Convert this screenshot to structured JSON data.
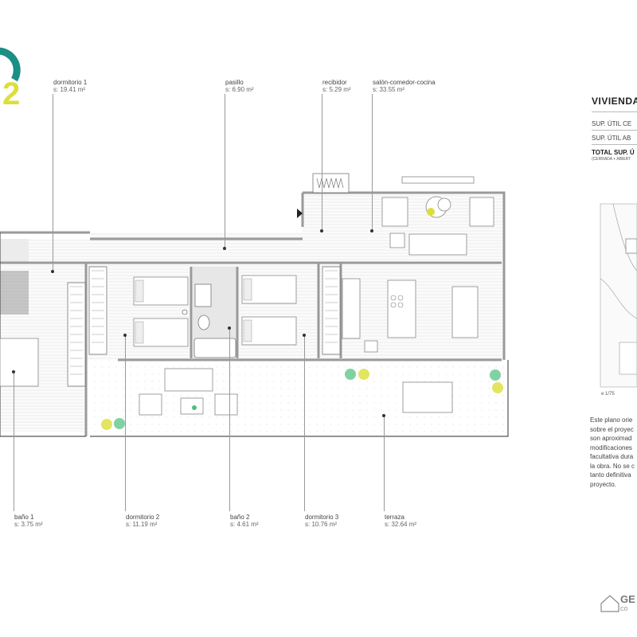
{
  "unit_number": "2",
  "rooms": {
    "dormitorio1": {
      "name": "dormitorio 1",
      "area": "s: 19.41 m²"
    },
    "pasillo": {
      "name": "pasillo",
      "area": "s: 6.90 m²"
    },
    "recibidor": {
      "name": "recibidor",
      "area": "s: 5.29 m²"
    },
    "salon": {
      "name": "salón-comedor-cocina",
      "area": "s: 33.55 m²"
    },
    "bano1": {
      "name": "baño 1",
      "area": "s: 3.75 m²"
    },
    "dormitorio2": {
      "name": "dormitorio 2",
      "area": "s: 11.19 m²"
    },
    "bano2": {
      "name": "baño 2",
      "area": "s: 4.61 m²"
    },
    "dormitorio3": {
      "name": "dormitorio 3",
      "area": "s: 10.76 m²"
    },
    "terraza": {
      "name": "terraza",
      "area": "s: 32.64 m²"
    }
  },
  "panel": {
    "title": "VIVIENDA",
    "row1": "SUP.   ÚTIL CE",
    "row2": "SUP.   ÚTIL AB",
    "total": "TOTAL SUP. Ú",
    "total_sub": "(CERRADA + ABIERT",
    "scale": "e 1/75",
    "note": "Este plano orie sobre el proyec son aproximad modificaciones facultativa dura la obra. No se c tanto definitiva proyecto."
  },
  "logo": {
    "name": "GE",
    "sub": "co"
  },
  "colors": {
    "teal": "#1a8f86",
    "yellow": "#dcdf3a",
    "wall": "#9a9a9a",
    "line": "#c7c7c7"
  }
}
